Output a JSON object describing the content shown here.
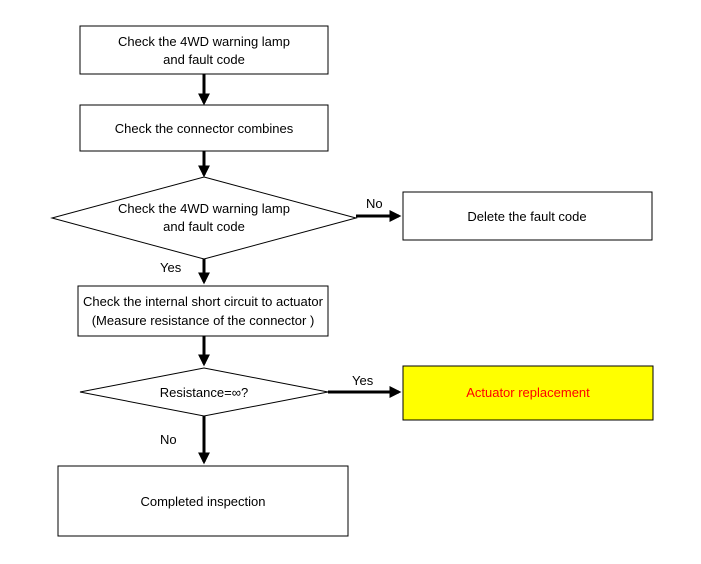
{
  "colors": {
    "line": "#000000",
    "box_fill": "#ffffff",
    "highlight_fill": "#ffff00",
    "highlight_text": "#ff0000"
  },
  "nodes": {
    "check_lamp": {
      "line1": "Check the 4WD warning lamp",
      "line2": "and fault code"
    },
    "check_connector": {
      "line1": "Check the connector combines"
    },
    "decision_lamp": {
      "line1": "Check the 4WD warning lamp",
      "line2": "and fault code"
    },
    "delete_code": {
      "line1": "Delete the fault code"
    },
    "check_short": {
      "line1": "Check the internal short circuit to actuator",
      "line2": "(Measure resistance of the connector )"
    },
    "decision_resistance": {
      "line1": "Resistance=∞?"
    },
    "actuator_replacement": {
      "line1": "Actuator replacement"
    },
    "completed": {
      "line1": "Completed inspection"
    }
  },
  "edges": {
    "decision_lamp_no": "No",
    "decision_lamp_yes": "Yes",
    "decision_resistance_yes": "Yes",
    "decision_resistance_no": "No"
  }
}
